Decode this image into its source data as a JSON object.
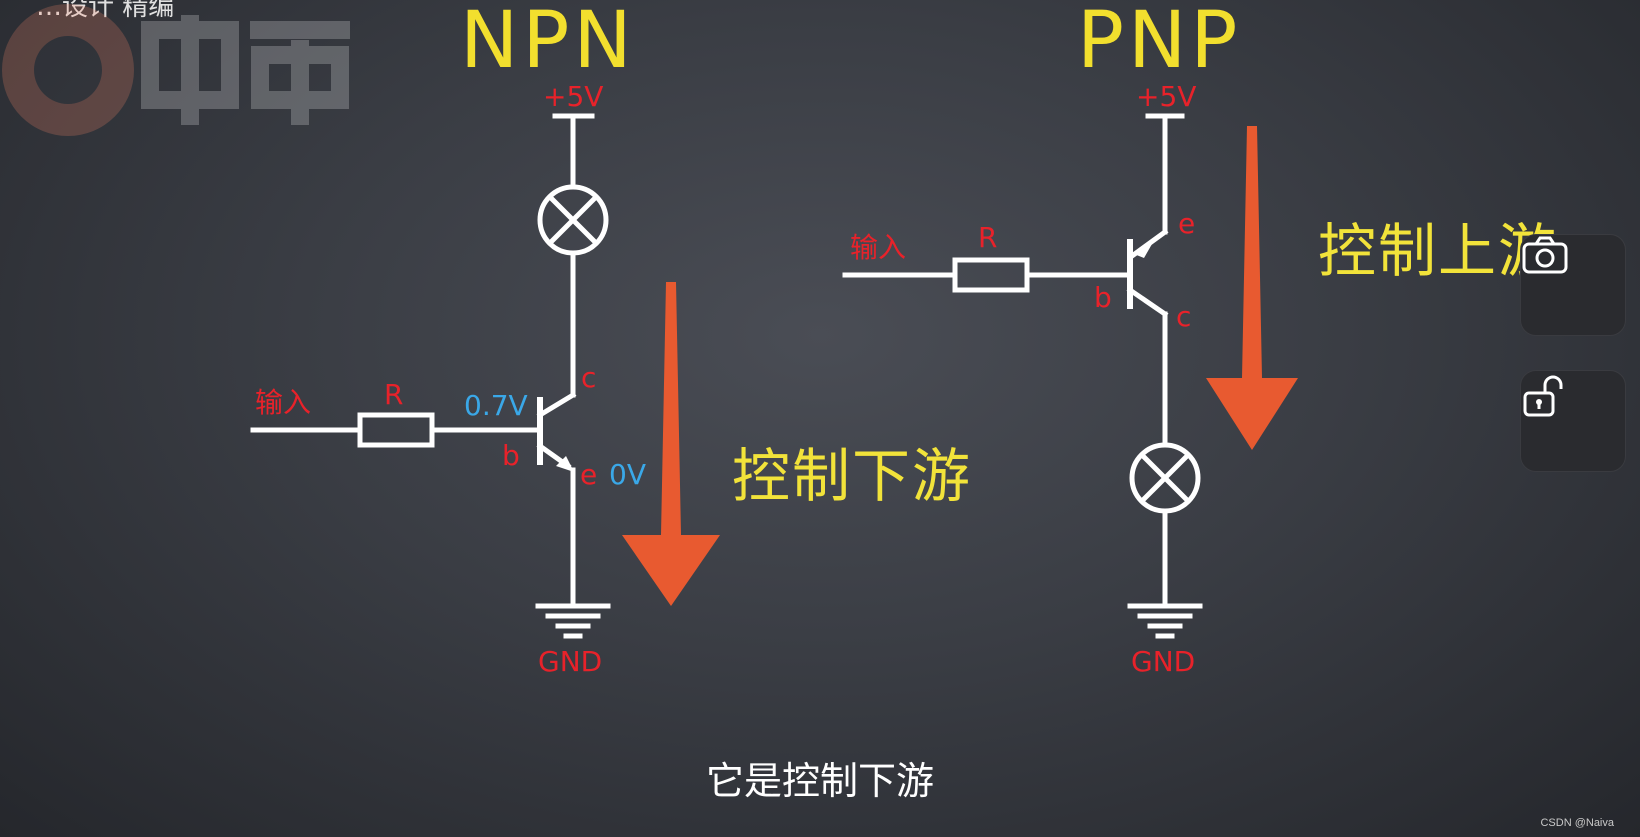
{
  "top_fragment": "…设计 精编",
  "npn": {
    "title": "NPN",
    "vcc": "+5V",
    "input_label": "输入",
    "resistor_label": "R",
    "pin_c": "c",
    "pin_b": "b",
    "pin_e": "e",
    "base_voltage": "0.7V",
    "emitter_voltage": "0V",
    "gnd": "GND",
    "caption": "控制下游"
  },
  "pnp": {
    "title": "PNP",
    "vcc": "+5V",
    "input_label": "输入",
    "resistor_label": "R",
    "pin_e": "e",
    "pin_b": "b",
    "pin_c": "c",
    "gnd": "GND",
    "caption": "控制上游"
  },
  "watermark_text": "电巢",
  "subtitle": "它是控制下游",
  "credit": "CSDN @Naiva",
  "side_buttons": [
    {
      "icon": "camera-icon"
    },
    {
      "icon": "unlock-icon"
    }
  ],
  "colors": {
    "title_yellow": "#f2df2e",
    "label_red": "#e8222a",
    "label_blue": "#3aa8e8",
    "arrow_orange": "#e85a30",
    "wire_white": "#ffffff"
  }
}
